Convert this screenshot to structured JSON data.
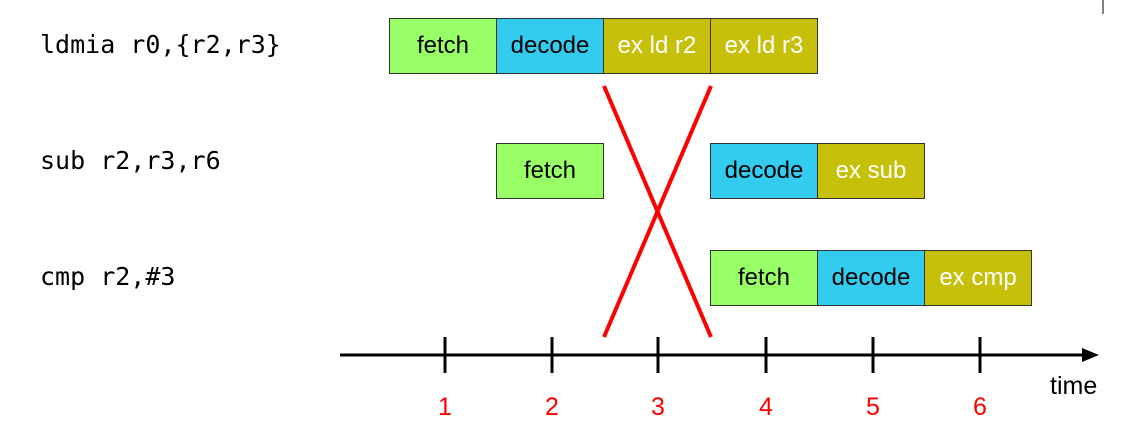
{
  "instructions": [
    {
      "text": "ldmia r0,{r2,r3}",
      "stages": [
        {
          "label": "fetch",
          "kind": "fetch",
          "slot": 1
        },
        {
          "label": "decode",
          "kind": "decode",
          "slot": 2
        },
        {
          "label": "ex ld r2",
          "kind": "ex",
          "slot": 3
        },
        {
          "label": "ex ld r3",
          "kind": "ex",
          "slot": 4
        }
      ]
    },
    {
      "text": "sub r2,r3,r6",
      "stages": [
        {
          "label": "fetch",
          "kind": "fetch",
          "slot": 2
        },
        {
          "label": "decode",
          "kind": "decode",
          "slot": 4
        },
        {
          "label": "ex sub",
          "kind": "ex",
          "slot": 5
        }
      ]
    },
    {
      "text": "cmp r2,#3",
      "stages": [
        {
          "label": "fetch",
          "kind": "fetch",
          "slot": 4
        },
        {
          "label": "decode",
          "kind": "decode",
          "slot": 5
        },
        {
          "label": "ex cmp",
          "kind": "ex",
          "slot": 6
        }
      ]
    }
  ],
  "timeline": {
    "ticks": [
      "1",
      "2",
      "3",
      "4",
      "5",
      "6"
    ],
    "axis_label": "time"
  },
  "colors": {
    "fetch": "#99ff66",
    "decode": "#33ccee",
    "ex": "#c6c00a",
    "stall_cross": "#ff0000",
    "tick_label": "#ff0000"
  },
  "stall_marker": {
    "between_slots": [
      3,
      3
    ]
  }
}
